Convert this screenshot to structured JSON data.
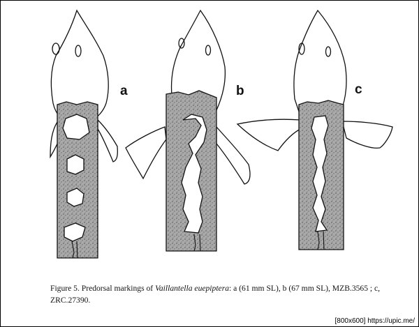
{
  "figure": {
    "panel_labels": [
      "a",
      "b",
      "c"
    ],
    "caption": {
      "prefix": "Figure 5.  Predorsal markings of ",
      "species": "Vaillantella euepiptera",
      "suffix": ": a (61 mm SL), b (67 mm SL), MZB.3565 ; c, ZRC.27390."
    }
  },
  "watermark": "[800x600] https://upic.me/",
  "colors": {
    "stipple": "#7b7b7b",
    "ink": "#111111",
    "background": "#ffffff"
  }
}
